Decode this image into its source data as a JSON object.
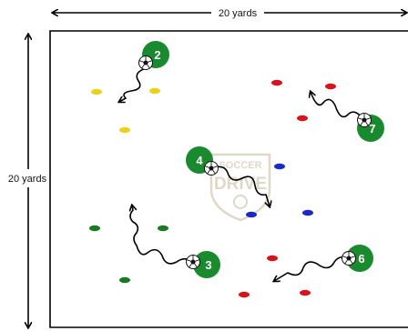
{
  "field": {
    "width_label": "20 yards",
    "height_label": "20 yards"
  },
  "logo": {
    "line1": "SOCCER",
    "line2": "DRIVE"
  },
  "players": [
    {
      "number": "2"
    },
    {
      "number": "7"
    },
    {
      "number": "4"
    },
    {
      "number": "3"
    },
    {
      "number": "6"
    }
  ],
  "colors": {
    "player_badge": "#1a8a2e",
    "cone_yellow": "#e8d21c",
    "cone_red": "#d8141b",
    "cone_blue": "#1a28c8",
    "cone_green": "#1a7a22",
    "logo": "#d9d2bf"
  }
}
